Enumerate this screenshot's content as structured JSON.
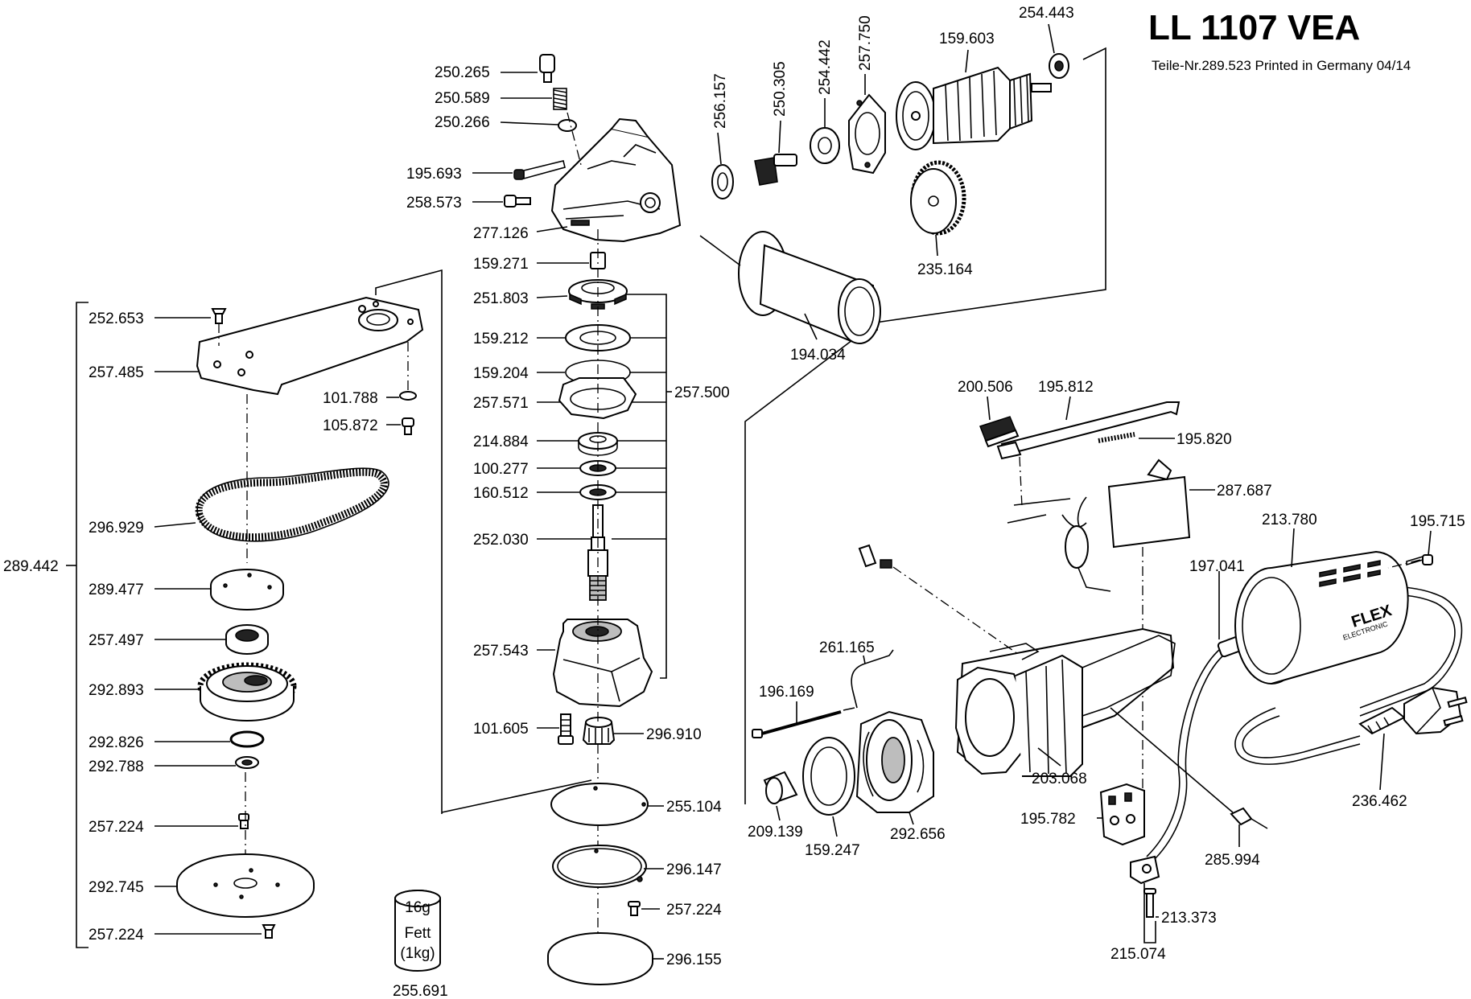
{
  "header": {
    "title": "LL 1107 VEA",
    "subtitle": "Teile-Nr.289.523 Printed in Germany 04/14"
  },
  "parts": {
    "p250_265": "250.265",
    "p250_589": "250.589",
    "p250_266": "250.266",
    "p195_693": "195.693",
    "p258_573": "258.573",
    "p277_126": "277.126",
    "p159_271": "159.271",
    "p251_803": "251.803",
    "p159_212": "159.212",
    "p159_204": "159.204",
    "p257_571": "257.571",
    "p257_500": "257.500",
    "p214_884": "214.884",
    "p100_277": "100.277",
    "p160_512": "160.512",
    "p252_030": "252.030",
    "p257_543": "257.543",
    "p101_605": "101.605",
    "p296_910": "296.910",
    "p255_104": "255.104",
    "p296_147": "296.147",
    "p257_224c": "257.224",
    "p296_155": "296.155",
    "p252_653": "252.653",
    "p257_485": "257.485",
    "p101_788": "101.788",
    "p105_872": "105.872",
    "p296_929": "296.929",
    "p289_442": "289.442",
    "p289_477": "289.477",
    "p257_497": "257.497",
    "p292_893": "292.893",
    "p292_826": "292.826",
    "p292_788": "292.788",
    "p257_224a": "257.224",
    "p292_745": "292.745",
    "p257_224b": "257.224",
    "p255_691": "255.691",
    "p256_157": "256.157",
    "p250_305": "250.305",
    "p254_442": "254.442",
    "p257_750": "257.750",
    "p159_603": "159.603",
    "p254_443": "254.443",
    "p235_164": "235.164",
    "p194_034": "194.034",
    "p200_506": "200.506",
    "p195_812": "195.812",
    "p195_820": "195.820",
    "p287_687": "287.687",
    "p213_780": "213.780",
    "p195_715": "195.715",
    "p197_041": "197.041",
    "p261_165": "261.165",
    "p196_169": "196.169",
    "p203_068": "203.068",
    "p236_462": "236.462",
    "p195_782": "195.782",
    "p285_994": "285.994",
    "p209_139": "209.139",
    "p159_247": "159.247",
    "p292_656": "292.656",
    "p213_373": "213.373",
    "p215_074": "215.074"
  },
  "grease_can": {
    "weight": "16g",
    "line1": "Fett",
    "line2": "(1kg)"
  },
  "logo": {
    "brand": "FLEX",
    "tagline": "ELECTRONIC"
  }
}
